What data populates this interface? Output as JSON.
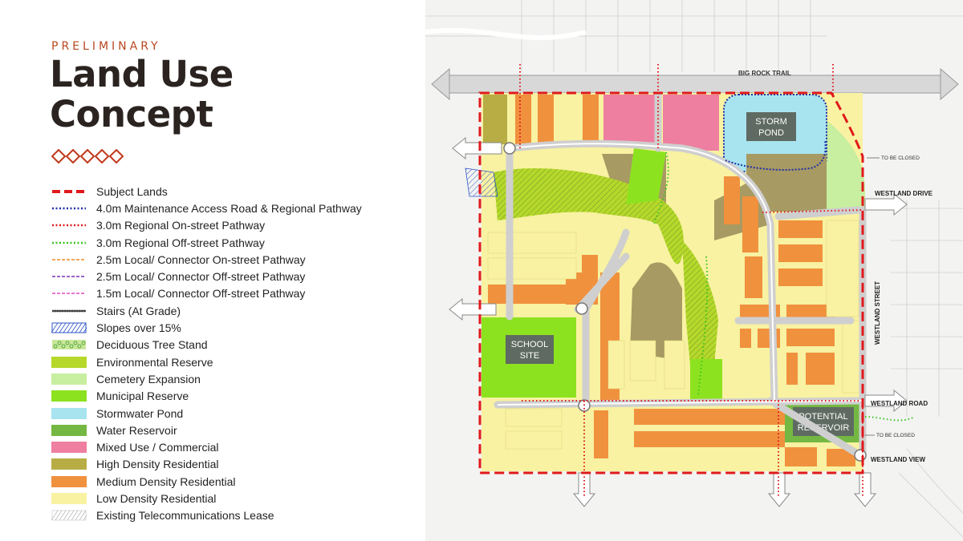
{
  "header": {
    "eyebrow": "PRELIMINARY",
    "title_line1": "Land Use",
    "title_line2": "Concept"
  },
  "legend": {
    "items": [
      {
        "label": "Subject Lands",
        "kind": "dash-red",
        "color": "#e0191b"
      },
      {
        "label": "4.0m Maintenance Access Road & Regional Pathway",
        "kind": "dot-blue",
        "color": "#1e2fa6"
      },
      {
        "label": "3.0m Regional On-street Pathway",
        "kind": "dot-red",
        "color": "#e0191b"
      },
      {
        "label": "3.0m Regional Off-street Pathway",
        "kind": "dot-green",
        "color": "#39c51c"
      },
      {
        "label": "2.5m Local/ Connector On-street Pathway",
        "kind": "dash-orange",
        "color": "#f08a24"
      },
      {
        "label": "2.5m Local/ Connector Off-street Pathway",
        "kind": "dash-purple",
        "color": "#7a2fb5"
      },
      {
        "label": "1.5m Local/ Connector Off-street Pathway",
        "kind": "dash-pink",
        "color": "#e04cc2"
      },
      {
        "label": "Stairs (At Grade)",
        "kind": "stairs",
        "color": "#444444"
      },
      {
        "label": "Slopes over 15%",
        "kind": "hatch-blue",
        "color": "#2f55c8"
      },
      {
        "label": "Deciduous Tree Stand",
        "kind": "tree",
        "color": "#3c9a2a"
      },
      {
        "label": "Environmental Reserve",
        "kind": "fill",
        "color": "#b6d82a"
      },
      {
        "label": "Cemetery Expansion",
        "kind": "fill",
        "color": "#c8eea0"
      },
      {
        "label": "Municipal Reserve",
        "kind": "fill",
        "color": "#8de21f"
      },
      {
        "label": "Stormwater Pond",
        "kind": "fill",
        "color": "#a8e4f0"
      },
      {
        "label": "Water Reservoir",
        "kind": "fill",
        "color": "#74b843"
      },
      {
        "label": "Mixed Use / Commercial",
        "kind": "fill",
        "color": "#ee7fa0"
      },
      {
        "label": "High Density Residential",
        "kind": "fill",
        "color": "#b8ad45"
      },
      {
        "label": "Medium Density Residential",
        "kind": "fill",
        "color": "#f0913e"
      },
      {
        "label": "Low Density Residential",
        "kind": "fill",
        "color": "#f8f2a2"
      },
      {
        "label": "Existing Telecommunications Lease",
        "kind": "hatch-grey",
        "color": "#bbbbbb"
      }
    ]
  },
  "map": {
    "labels": {
      "storm_pond": [
        "STORM",
        "POND"
      ],
      "school_site": [
        "SCHOOL",
        "SITE"
      ],
      "potential_reservoir": [
        "POTENTIAL",
        "RESERVOIR"
      ]
    },
    "streets": {
      "big_rock_trail": "BIG ROCK TRAIL",
      "westland_drive": "WESTLAND DRIVE",
      "westland_street": "WESTLAND STREET",
      "westland_road": "WESTLAND ROAD",
      "westland_view": "WESTLAND VIEW"
    },
    "notes": {
      "to_be_closed_1": "TO BE CLOSED",
      "to_be_closed_2": "TO BE CLOSED"
    }
  }
}
